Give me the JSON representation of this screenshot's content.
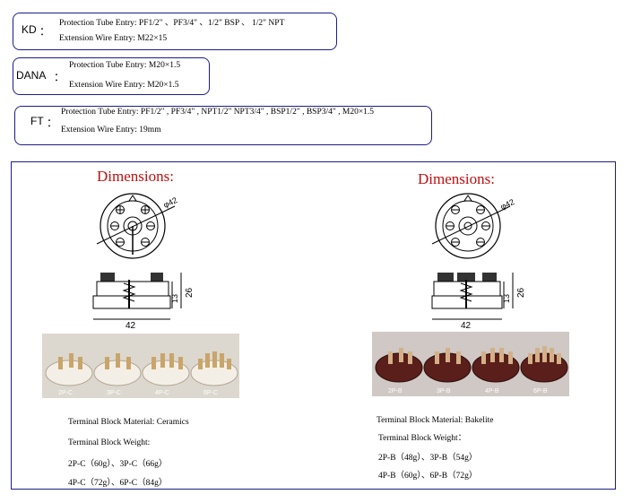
{
  "brands": [
    {
      "name": "KD",
      "line1": "Protection Tube Entry:    PF1/2\" 、PF3/4\" 、1/2\" BSP 、 1/2\" NPT",
      "line2": "Extension Wire Entry: M22×15"
    },
    {
      "name": "DANA",
      "line1": "Protection Tube Entry:   M20×1.5",
      "line2": "Extension Wire Entry:   M20×1.5"
    },
    {
      "name": "FT",
      "line1": "Protection Tube Entry: PF1/2\" , PF3/4\" , NPT1/2\" NPT3/4\" , BSP1/2\" , BSP3/4\" , M20×1.5",
      "line2": "Extension Wire Entry: 19mm"
    }
  ],
  "colon": "：",
  "left": {
    "title": "Dimensions:",
    "diameter": "φ42",
    "width_dim": "42",
    "height_dim": "26",
    "inner_dim": "13",
    "material": "Terminal Block Material: Ceramics",
    "weight_label": "Terminal Block Weight:",
    "weights_row1": "2P-C（60g）、3P-C（66g）",
    "weights_row2": "4P-C（72g）、6P-C（84g）",
    "labels": [
      "2P-C",
      "3P-C",
      "4P-C",
      "6P-C"
    ]
  },
  "right": {
    "title": "Dimensions:",
    "diameter": "φ42",
    "width_dim": "42",
    "height_dim": "26",
    "inner_dim": "13",
    "material": "Terminal Block Material: Bakelite",
    "weight_label": "Terminal Block Weight：",
    "weights_row1": "2P-B（48g）、3P-B（54g）",
    "weights_row2": "4P-B（60g）、6P-B（72g）",
    "labels": [
      "2P-B",
      "3P-B",
      "4P-B",
      "6P-B"
    ]
  },
  "colors": {
    "border": "#1c1c8c",
    "title": "#c01010",
    "ceramic": "#e8e0d4",
    "bakelite": "#5a1f1a"
  }
}
